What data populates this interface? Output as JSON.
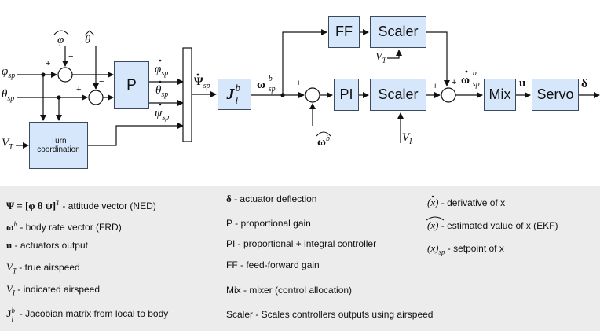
{
  "blocks": {
    "P": "P",
    "turn_coordination": "Turn coordination",
    "J": "J",
    "J_sup": "b",
    "J_sub": "l",
    "FF": "FF",
    "scaler_top": "Scaler",
    "PI": "PI",
    "scaler_mid": "Scaler",
    "mix": "Mix",
    "servo": "Servo"
  },
  "signals": {
    "phi_sp": "φ",
    "theta_sp": "θ",
    "sp_sub": "sp",
    "VT": "V",
    "VT_sub": "T",
    "phi_hat": "φ",
    "theta_hat": "θ",
    "phidot_sp": "φ",
    "thetadot_sp": "θ",
    "psidot_sp": "ψ",
    "Psidot_sp": "Ψ",
    "omega_sp": "ω",
    "omega_sup": "b",
    "omega_hat": "ω",
    "omegadot_sp": "ω",
    "u": "u",
    "delta": "δ",
    "VI": "V",
    "VI_sub": "I",
    "plus": "+",
    "minus": "−"
  },
  "legend": {
    "col1": [
      {
        "sym": "Ψ = [φ  θ  ψ]",
        "sup": "T",
        "text": " - attitude vector (NED)"
      },
      {
        "sym": "ω",
        "sup": "b",
        "text": " - body rate vector (FRD)"
      },
      {
        "sym": "u",
        "text": " - actuators output"
      },
      {
        "sym": "V",
        "sub": "T",
        "text": " - true airspeed"
      },
      {
        "sym": "V",
        "sub": "I",
        "text": " - indicated airspeed"
      },
      {
        "sym": "J",
        "sup": "b",
        "sub": "l",
        "text": " - Jacobian matrix from local to body"
      }
    ],
    "col2": [
      {
        "sym": "δ",
        "text": " - actuator deflection"
      },
      {
        "text": "P - proportional gain"
      },
      {
        "text": "PI - proportional + integral controller"
      },
      {
        "text": "FF - feed-forward gain"
      },
      {
        "text": "Mix - mixer (control allocation)"
      },
      {
        "text": "Scaler - Scales controllers outputs using airspeed"
      }
    ],
    "col3": [
      {
        "sym": "(x)",
        "text": " - derivative of x"
      },
      {
        "sym": "(x)",
        "text": " - estimated value of x (EKF)"
      },
      {
        "sym": "(x)",
        "sub": "sp",
        "text": " - setpoint of x"
      }
    ]
  }
}
